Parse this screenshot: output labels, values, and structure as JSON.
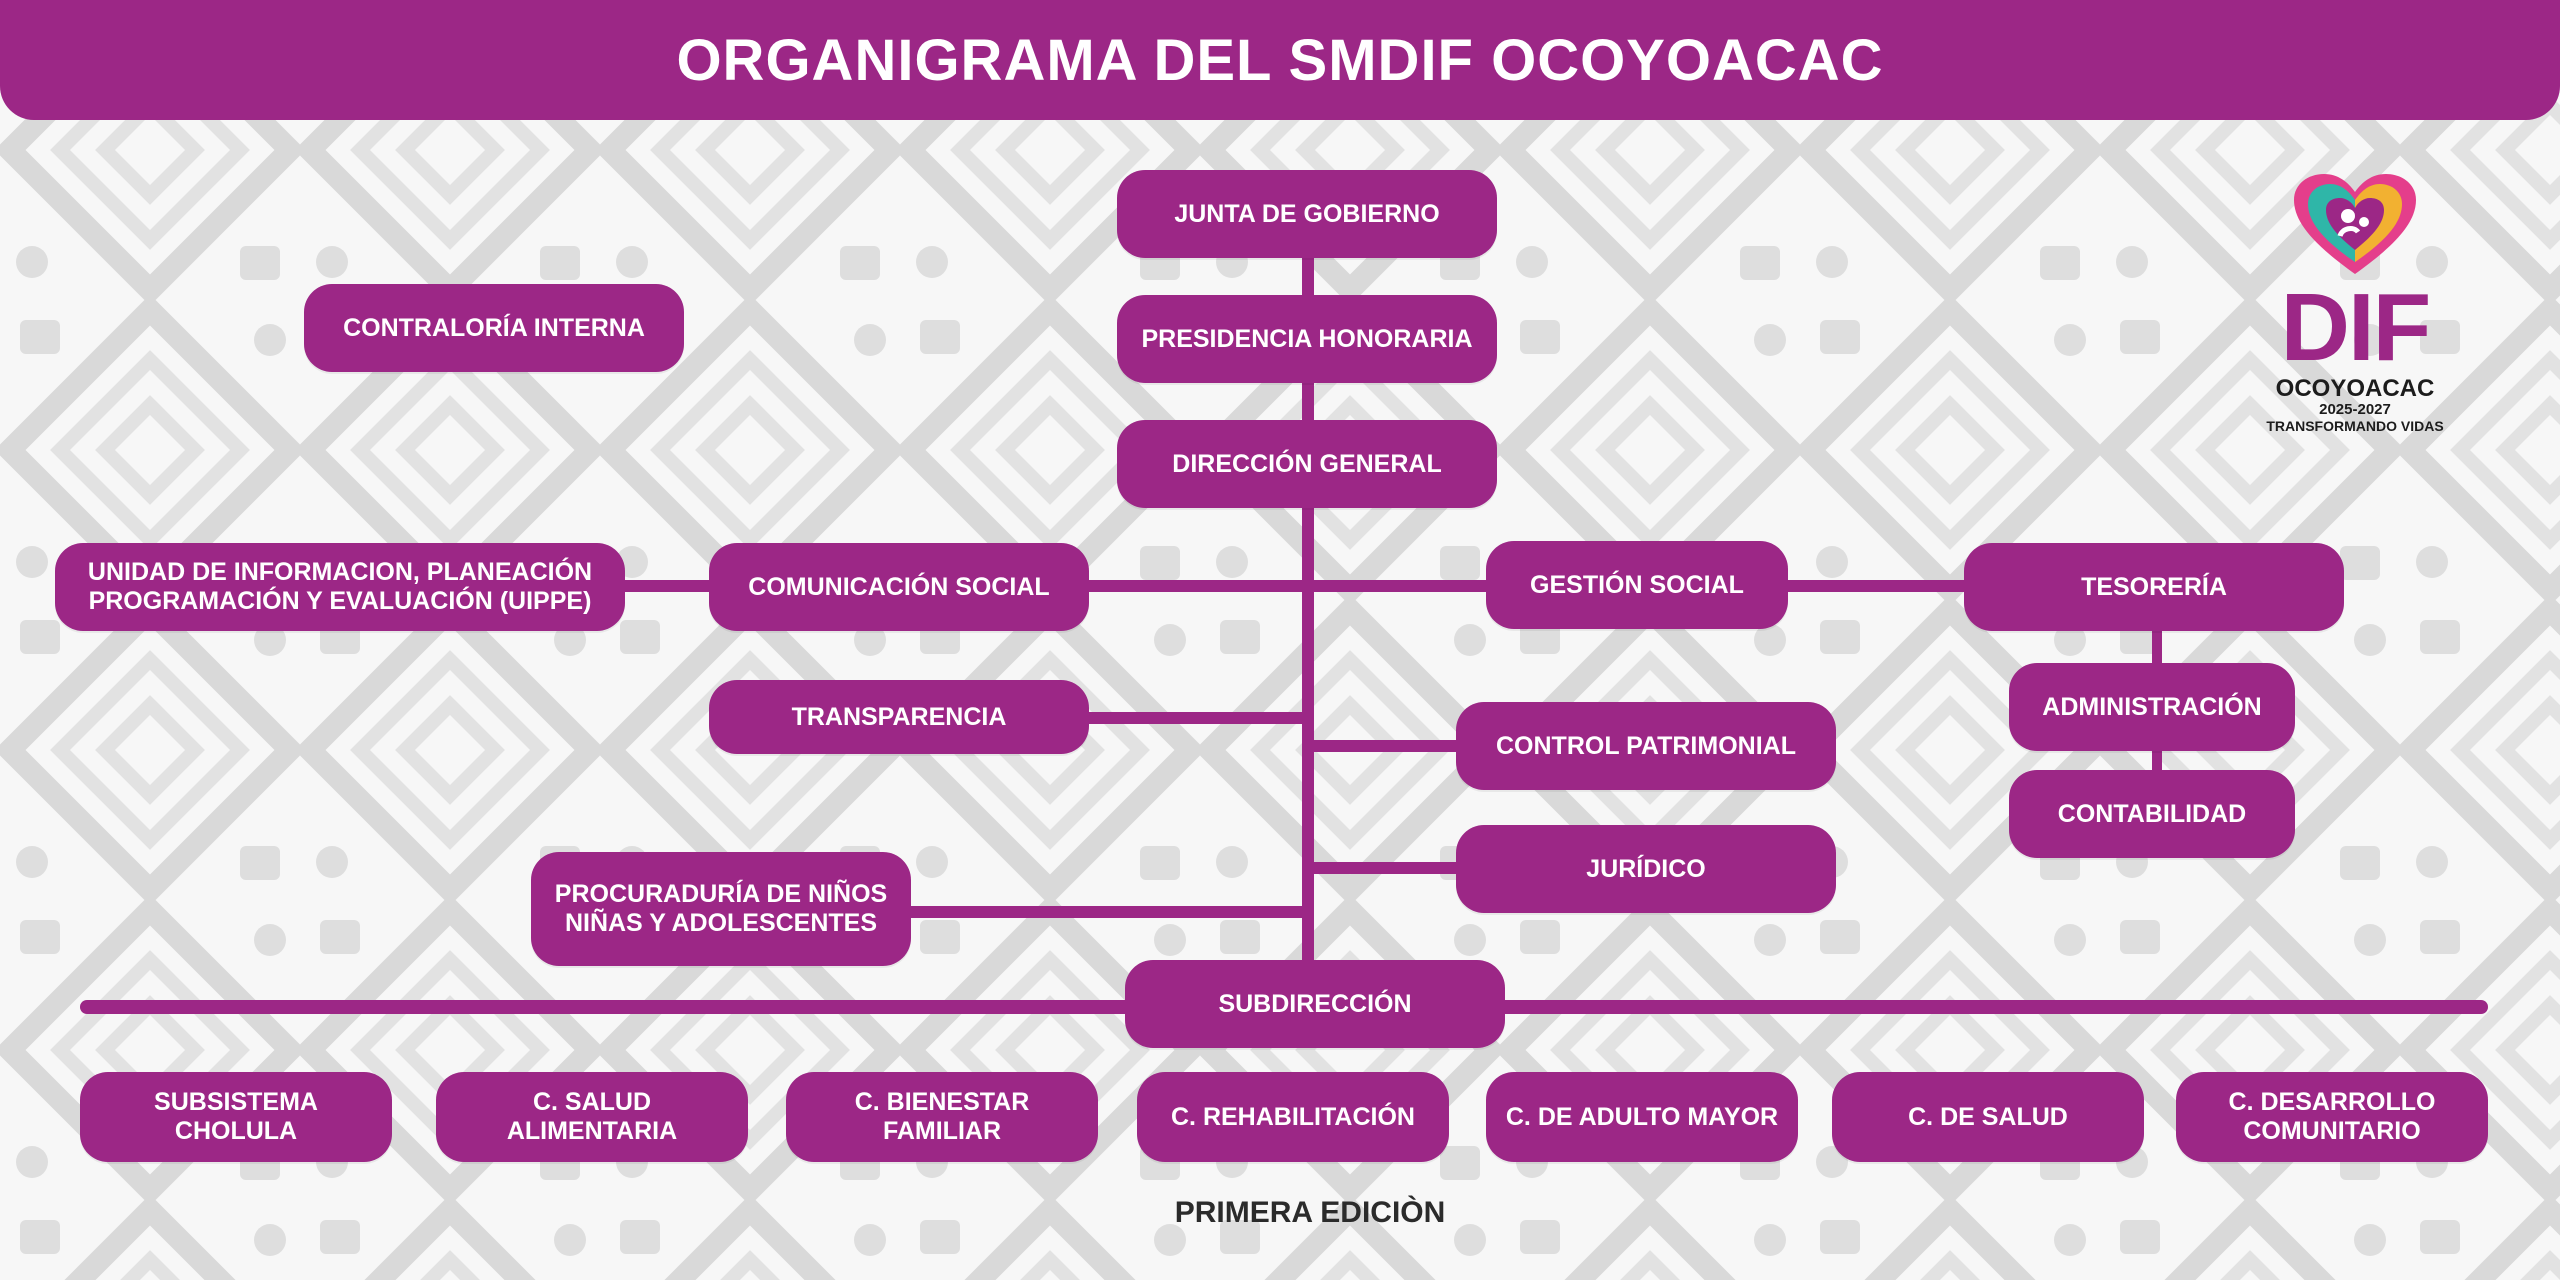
{
  "title": "ORGANIGRAMA DEL SMDIF OCOYOACAC",
  "colors": {
    "brand": "#9c2786",
    "background": "#f6f6f6",
    "pattern": "#d9d9d9"
  },
  "nodes": {
    "junta": "JUNTA DE GOBIERNO",
    "presidencia": "PRESIDENCIA HONORARIA",
    "direccion": "DIRECCIÓN GENERAL",
    "contraloria": "CONTRALORÍA INTERNA",
    "uippe": "UNIDAD DE INFORMACION, PLANEACIÓN\nPROGRAMACIÓN Y EVALUACIÓN (UIPPE)",
    "comunicacion": "COMUNICACIÓN SOCIAL",
    "transparencia": "TRANSPARENCIA",
    "procuraduria": "PROCURADURÍA DE NIÑOS\nNIÑAS Y ADOLESCENTES",
    "gestion": "GESTIÓN SOCIAL",
    "control": "CONTROL PATRIMONIAL",
    "juridico": "JURÍDICO",
    "tesoreria": "TESORERÍA",
    "administracion": "ADMINISTRACIÓN",
    "contabilidad": "CONTABILIDAD",
    "subdireccion": "SUBDIRECCIÓN"
  },
  "bottom_units": [
    "SUBSISTEMA CHOLULA",
    "C. SALUD ALIMENTARIA",
    "C. BIENESTAR FAMILIAR",
    "C. REHABILITACIÓN",
    "C. DE ADULTO MAYOR",
    "C. DE SALUD",
    "C. DESARROLLO\nCOMUNITARIO"
  ],
  "logo": {
    "name": "DIF",
    "municipality": "OCOYOACAC",
    "period": "2025-2027",
    "slogan": "TRANSFORMANDO VIDAS",
    "icon": "heart-family-icon"
  },
  "footer": "PRIMERA EDICIÒN"
}
